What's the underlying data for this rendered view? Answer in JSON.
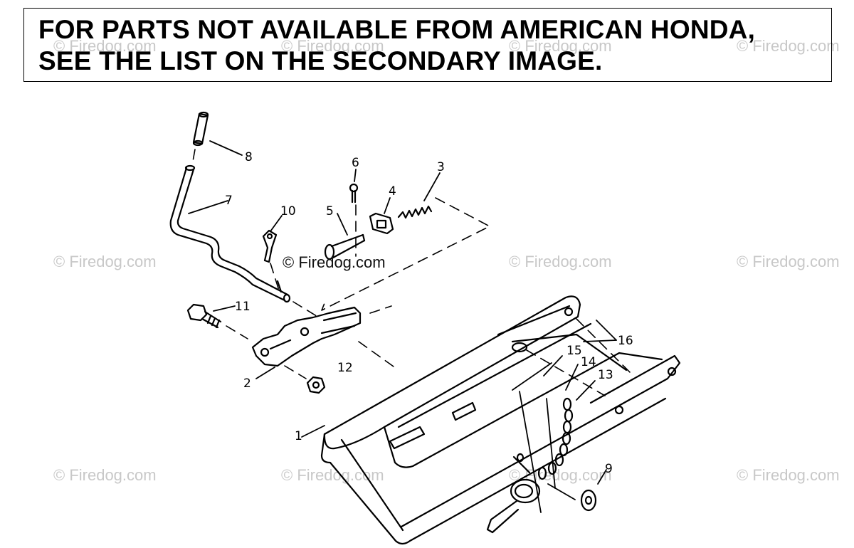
{
  "banner": {
    "line1": "FOR PARTS NOT AVAILABLE FROM AMERICAN HONDA,",
    "line2": "SEE THE LIST ON THE SECONDARY IMAGE."
  },
  "watermark": {
    "text": "© Firedog.com",
    "color": "#c8c8c8"
  },
  "callouts": {
    "c1": "1",
    "c2": "2",
    "c3": "3",
    "c4": "4",
    "c5": "5",
    "c6": "6",
    "c7": "7",
    "c8": "8",
    "c9": "9",
    "c10": "10",
    "c11": "11",
    "c12": "12",
    "c13": "13",
    "c14": "14",
    "c15": "15",
    "c16": "16"
  },
  "colors": {
    "line": "#000000",
    "background": "#ffffff"
  }
}
